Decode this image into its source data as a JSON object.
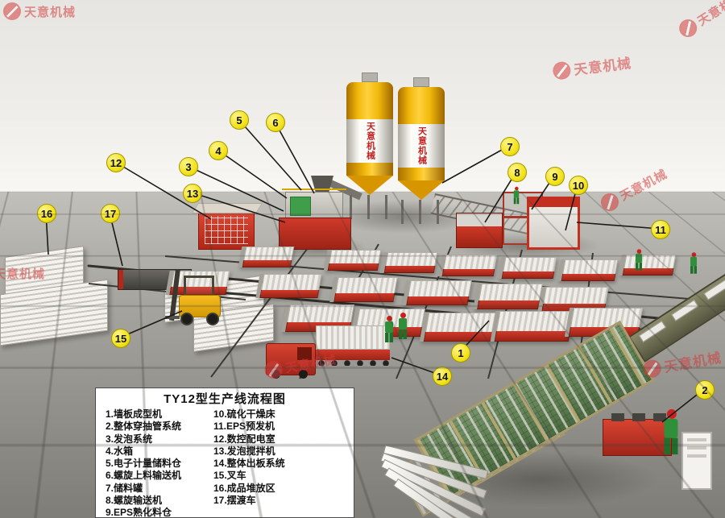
{
  "legend": {
    "title": "TY12型生产线流程图",
    "items": [
      "1.墙板成型机",
      "2.整体穿抽管系统",
      "3.发泡系统",
      "4.水箱",
      "5.电子计量储料仓",
      "6.螺旋上料输送机",
      "7.储料罐",
      "8.螺旋输送机",
      "9.EPS熟化料仓",
      "10.硫化干燥床",
      "11.EPS预发机",
      "12.数控配电室",
      "13.发泡搅拌机",
      "14.整体出板系统",
      "15.叉车",
      "16.成品堆放区",
      "17.摆渡车"
    ]
  },
  "badges": [
    "1",
    "2",
    "3",
    "4",
    "5",
    "6",
    "7",
    "8",
    "9",
    "10",
    "11",
    "12",
    "13",
    "14",
    "15",
    "16",
    "17"
  ],
  "silos": {
    "label": "天意机械"
  },
  "watermark": {
    "brand": "天意机械"
  },
  "colors": {
    "machine_red": "#c8291c",
    "silo_yellow": "#f2b90c",
    "badge_yellow": "#f3e219",
    "cage_green": "#5f7f52"
  }
}
